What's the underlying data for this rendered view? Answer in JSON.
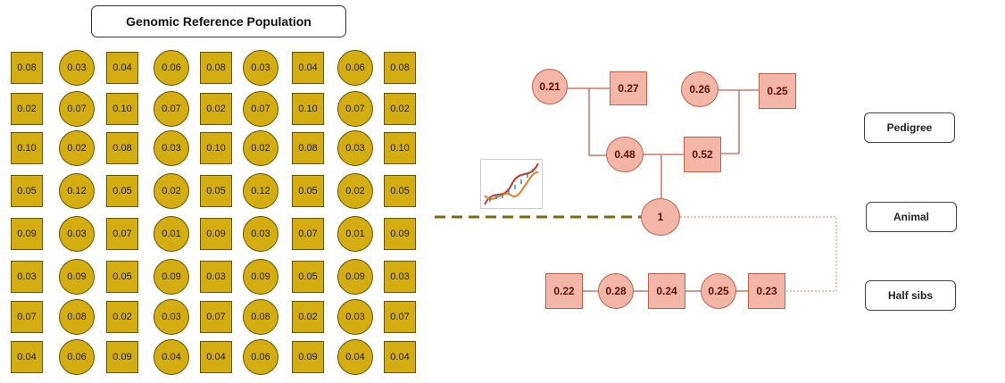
{
  "title": "Genomic Reference Population",
  "grid": {
    "rows": [
      [
        "0.08",
        "0.03",
        "0.04",
        "0.06",
        "0.08",
        "0.03",
        "0.04",
        "0.06",
        "0.08"
      ],
      [
        "0.02",
        "0.07",
        "0.10",
        "0.07",
        "0.02",
        "0.07",
        "0.10",
        "0.07",
        "0.02"
      ],
      [
        "0.10",
        "0.02",
        "0.08",
        "0.03",
        "0.10",
        "0.02",
        "0.08",
        "0.03",
        "0.10"
      ],
      [
        "0.05",
        "0.12",
        "0.05",
        "0.02",
        "0.05",
        "0.12",
        "0.05",
        "0.02",
        "0.05"
      ],
      [
        "0.09",
        "0.03",
        "0.07",
        "0.01",
        "0.09",
        "0.03",
        "0.07",
        "0.01",
        "0.09"
      ],
      [
        "0.03",
        "0.09",
        "0.05",
        "0.09",
        "0.03",
        "0.09",
        "0.05",
        "0.09",
        "0.03"
      ],
      [
        "0.07",
        "0.08",
        "0.02",
        "0.03",
        "0.07",
        "0.08",
        "0.02",
        "0.03",
        "0.07"
      ],
      [
        "0.04",
        "0.06",
        "0.09",
        "0.04",
        "0.04",
        "0.06",
        "0.09",
        "0.04",
        "0.04"
      ]
    ],
    "shapes": [
      "square",
      "circle",
      "square",
      "circle",
      "square",
      "circle",
      "square",
      "circle",
      "square"
    ],
    "fill_color": "#d4ad11"
  },
  "pedigree": {
    "grandsire_1": "0.21",
    "granddam_1": "0.27",
    "grandsire_2": "0.26",
    "granddam_2": "0.25",
    "sire": "0.48",
    "dam": "0.52",
    "animal": "1",
    "half_sibs": [
      "0.22",
      "0.28",
      "0.24",
      "0.25",
      "0.23"
    ],
    "half_sib_shapes": [
      "square",
      "circle",
      "square",
      "circle",
      "square"
    ],
    "fill_color": "#f4b6a6"
  },
  "legend": {
    "pedigree": "Pedigree",
    "animal": "Animal",
    "half_sibs": "Half sibs"
  },
  "icons": {
    "dna": "dna-helix-icon"
  }
}
